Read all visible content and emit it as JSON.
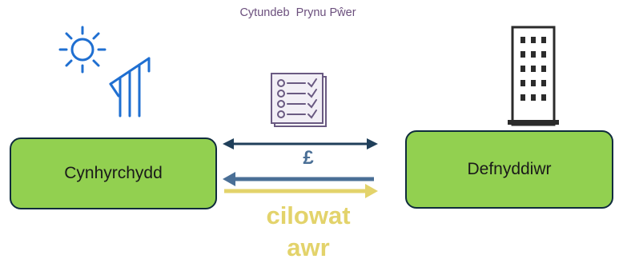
{
  "title": "Cytundeb  Prynu Pŵer",
  "producer": {
    "label": "Cynhyrchydd",
    "icons": [
      "sun-icon",
      "solar-panel-icon"
    ]
  },
  "consumer": {
    "label": "Defnyddiwr",
    "icons": [
      "office-building-icon"
    ]
  },
  "contract_icon": "checklist-document-icon",
  "flows": {
    "agreement": {
      "direction": "both",
      "color": "#1f3f5a"
    },
    "payment": {
      "symbol": "£",
      "direction": "to-producer",
      "color": "#4a6f96"
    },
    "energy": {
      "unit_line1": "cilowat",
      "unit_line2": "awr",
      "direction": "to-consumer",
      "color": "#e3d36b"
    }
  },
  "colors": {
    "box_fill": "#92d050",
    "box_border": "#0f2b3d",
    "title": "#6b4f7d",
    "icon_blue": "#1f6fd1"
  }
}
